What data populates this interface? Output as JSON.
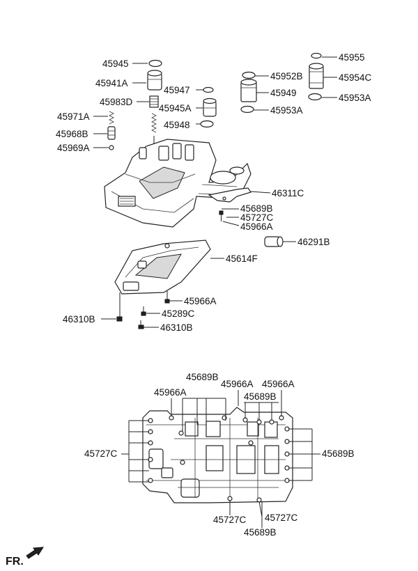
{
  "upper_labels": {
    "l45945": "45945",
    "l45941A": "45941A",
    "l45983D": "45983D",
    "l45971A": "45971A",
    "l45968B": "45968B",
    "l45969A": "45969A",
    "l45947": "45947",
    "l45945A": "45945A",
    "l45948": "45948",
    "l45955": "45955",
    "l45952B": "45952B",
    "l45954C": "45954C",
    "l45949": "45949",
    "l45953A_top": "45953A",
    "l45953A": "45953A",
    "l46311C": "46311C",
    "l45689B": "45689B",
    "l45727C": "45727C",
    "l45966A_upper": "45966A",
    "l46291B": "46291B",
    "l45614F": "45614F",
    "l45966A_pan": "45966A",
    "l45289C": "45289C",
    "l46310B_left": "46310B",
    "l46310B_bottom": "46310B"
  },
  "lower_labels": {
    "l45689B_top": "45689B",
    "l45966A_a": "45966A",
    "l45966A_b": "45966A",
    "l45966A_c": "45966A",
    "l45689B_mid": "45689B",
    "l45727C_left": "45727C",
    "l45689B_right": "45689B",
    "l45727C_bottom1": "45727C",
    "l45727C_bottom2": "45727C",
    "l45689B_bottom": "45689B"
  },
  "orientation": {
    "fr_label": "FR."
  }
}
